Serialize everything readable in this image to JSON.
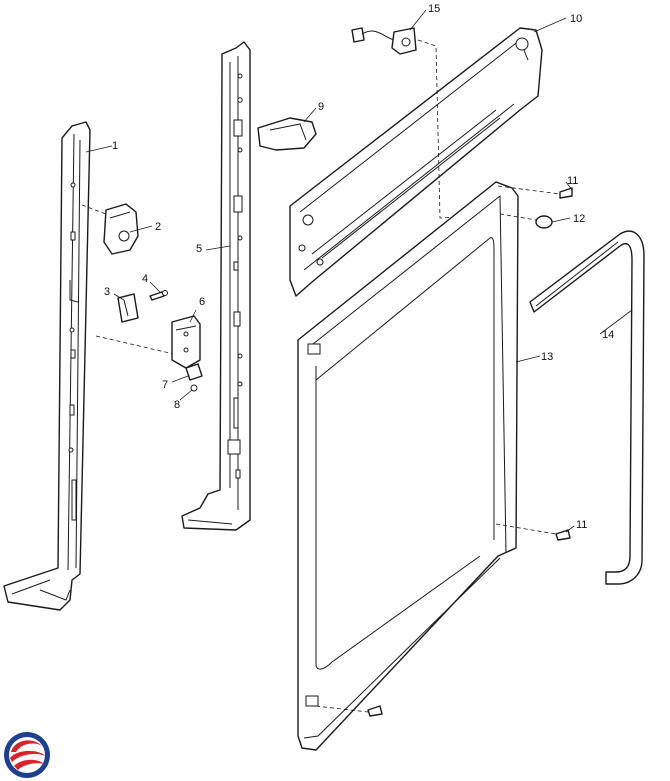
{
  "callouts": {
    "c1": "1",
    "c2": "2",
    "c3": "3",
    "c4": "4",
    "c5": "5",
    "c6": "6",
    "c7": "7",
    "c8": "8",
    "c9": "9",
    "c10": "10",
    "c11a": "11",
    "c11b": "11",
    "c12": "12",
    "c13": "13",
    "c14": "14",
    "c15": "15"
  },
  "colors": {
    "line": "#1a1a1a",
    "logo_red": "#d8232a",
    "logo_blue": "#1f3f8f"
  },
  "icons": {
    "logo": "swirl-logo-icon"
  }
}
